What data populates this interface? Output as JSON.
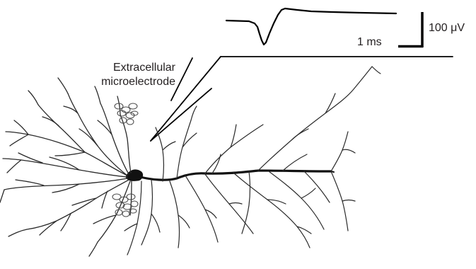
{
  "labels": {
    "electrode_line1": "Extracellular",
    "electrode_line2": "microelectrode",
    "scale_time": "1 ms",
    "scale_amplitude": "100 μV"
  },
  "colors": {
    "ink": "#000000",
    "text": "#231f20",
    "neuron": "#2a2a2a",
    "background": "#ffffff"
  },
  "elements": {
    "waveform": "extracellular spike trace",
    "electrode": "microelectrode outline",
    "neuron": "neuron drawing"
  }
}
